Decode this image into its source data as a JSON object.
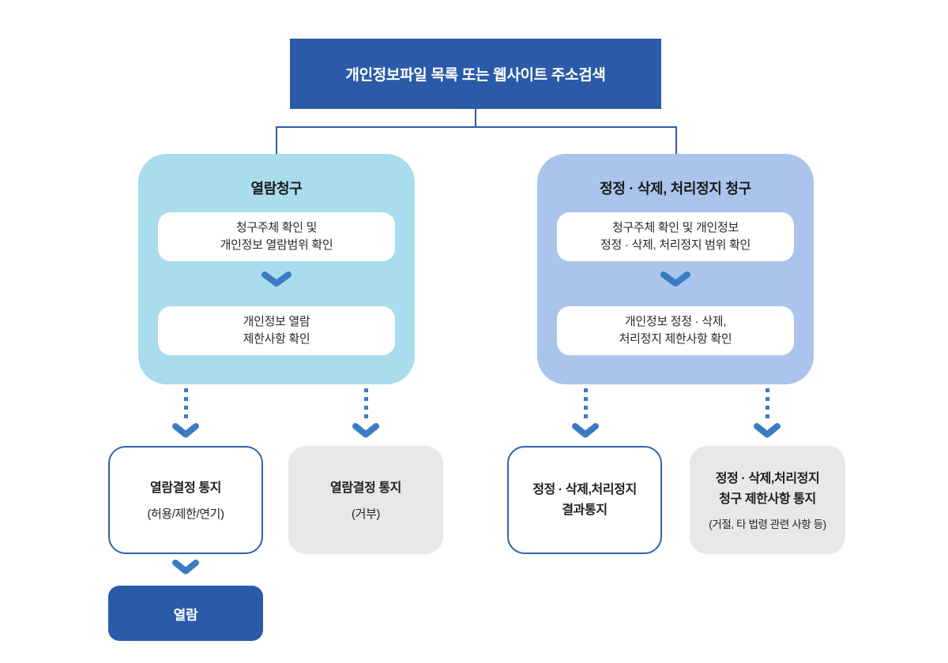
{
  "colors": {
    "primary_blue": "#2b5ba8",
    "connector_line": "#2d5ca6",
    "panel_cyan": "#a9dcec",
    "panel_periwinkle": "#aac4ec",
    "arrow_blue": "#3a7cc2",
    "outline_blue": "#2f63b4",
    "gray_box": "#e8e8e8",
    "text_dark": "#1e1e1e",
    "white": "#ffffff"
  },
  "icons": {
    "flow_step_arrow": "chevron-down-icon",
    "branch_arrow": "dashed-arrow-with-chevron"
  },
  "top_box": {
    "label": "개인정보파일 목록 또는 웹사이트 주소검색"
  },
  "left_panel": {
    "title": "열람청구",
    "step1": "청구주체 확인 및\n개인정보 열람범위 확인",
    "step2": "개인정보 열람\n제한사항 확인"
  },
  "right_panel": {
    "title": "정정 · 삭제, 처리정지 청구",
    "step1": "청구주체 확인 및 개인정보\n정정 · 삭제, 처리정지 범위 확인",
    "step2": "개인정보 정정 · 삭제,\n처리정지 제한사항 확인"
  },
  "outcomes": [
    {
      "title": "열람결정 통지",
      "subtitle": "(허용/제한/연기)",
      "style": "outlined"
    },
    {
      "title": "열람결정 통지",
      "subtitle": "(거부)",
      "style": "gray"
    },
    {
      "title": "정정 · 삭제,처리정지\n결과통지",
      "subtitle": "",
      "style": "outlined"
    },
    {
      "title": "정정 · 삭제,처리정지\n청구 제한사항 통지",
      "subtitle": "(거절, 타 법령 관련 사항 등)",
      "style": "gray"
    }
  ],
  "final_box": {
    "label": "열람"
  }
}
